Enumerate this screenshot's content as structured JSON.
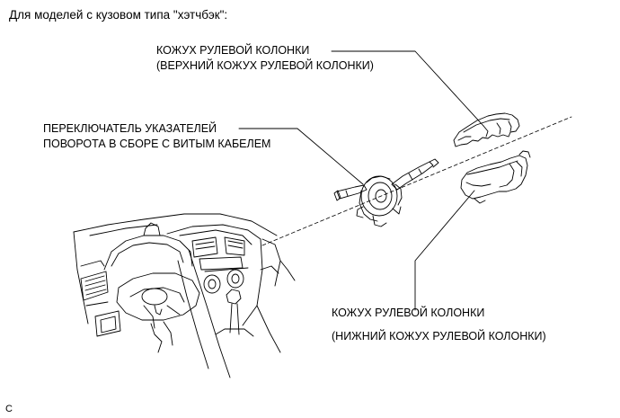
{
  "heading": "Для моделей с кузовом типа \"хэтчбэк\":",
  "callouts": {
    "upper_cover_line1": "КОЖУХ РУЛЕВОЙ КОЛОНКИ",
    "upper_cover_line2": "(ВЕРХНИЙ КОЖУХ РУЛЕВОЙ КОЛОНКИ)",
    "switch_line1": "ПЕРЕКЛЮЧАТЕЛЬ УКАЗАТЕЛЕЙ",
    "switch_line2": "ПОВОРОТА В СБОРЕ С ВИТЫМ КАБЕЛЕМ",
    "lower_cover_line1": "КОЖУХ РУЛЕВОЙ КОЛОНКИ",
    "lower_cover_line2": "(НИЖНИЙ КОЖУХ РУЛЕВОЙ КОЛОНКИ)"
  },
  "figure_code": "C"
}
